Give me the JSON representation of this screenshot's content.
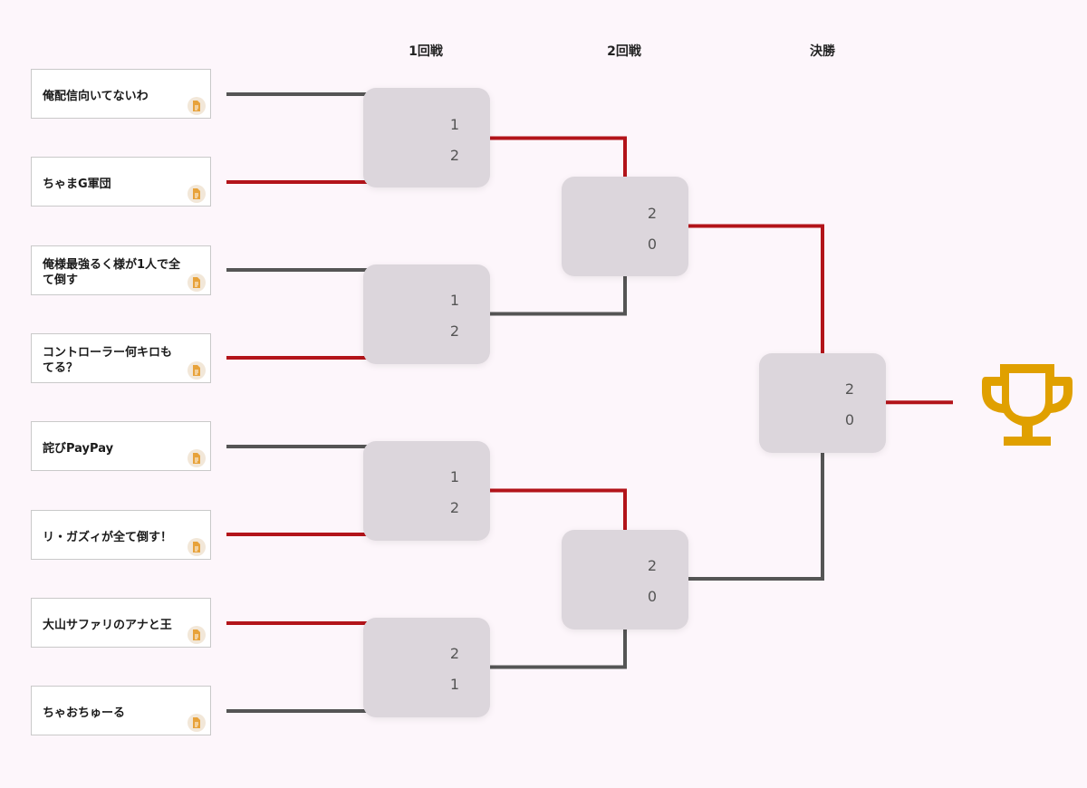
{
  "rounds": [
    "1回戦",
    "2回戦",
    "決勝"
  ],
  "teams": [
    {
      "name": "俺配信向いてないわ"
    },
    {
      "name": "ちゃまG軍団"
    },
    {
      "name": "俺様最強るく様が1人で全て倒す"
    },
    {
      "name": "コントローラー何キロもてる？"
    },
    {
      "name": "詫びPayPay"
    },
    {
      "name": "リ・ガズィが全て倒す！"
    },
    {
      "name": "大山サファリのアナと王"
    },
    {
      "name": "ちゃおちゅーる"
    }
  ],
  "matches": {
    "round1": [
      {
        "top_score": "1",
        "bottom_score": "2",
        "winner": "bottom"
      },
      {
        "top_score": "1",
        "bottom_score": "2",
        "winner": "bottom"
      },
      {
        "top_score": "1",
        "bottom_score": "2",
        "winner": "bottom"
      },
      {
        "top_score": "2",
        "bottom_score": "1",
        "winner": "top"
      }
    ],
    "round2": [
      {
        "top_score": "2",
        "bottom_score": "0",
        "winner": "top"
      },
      {
        "top_score": "2",
        "bottom_score": "0",
        "winner": "top"
      }
    ],
    "final": [
      {
        "top_score": "2",
        "bottom_score": "0",
        "winner": "top"
      }
    ]
  },
  "colors": {
    "winner_line": "#b3141a",
    "loser_line": "#555555",
    "trophy": "#e0a000",
    "background": "#fdf6fb"
  },
  "icons": {
    "team_detail": "document-icon",
    "champion": "trophy-icon"
  }
}
